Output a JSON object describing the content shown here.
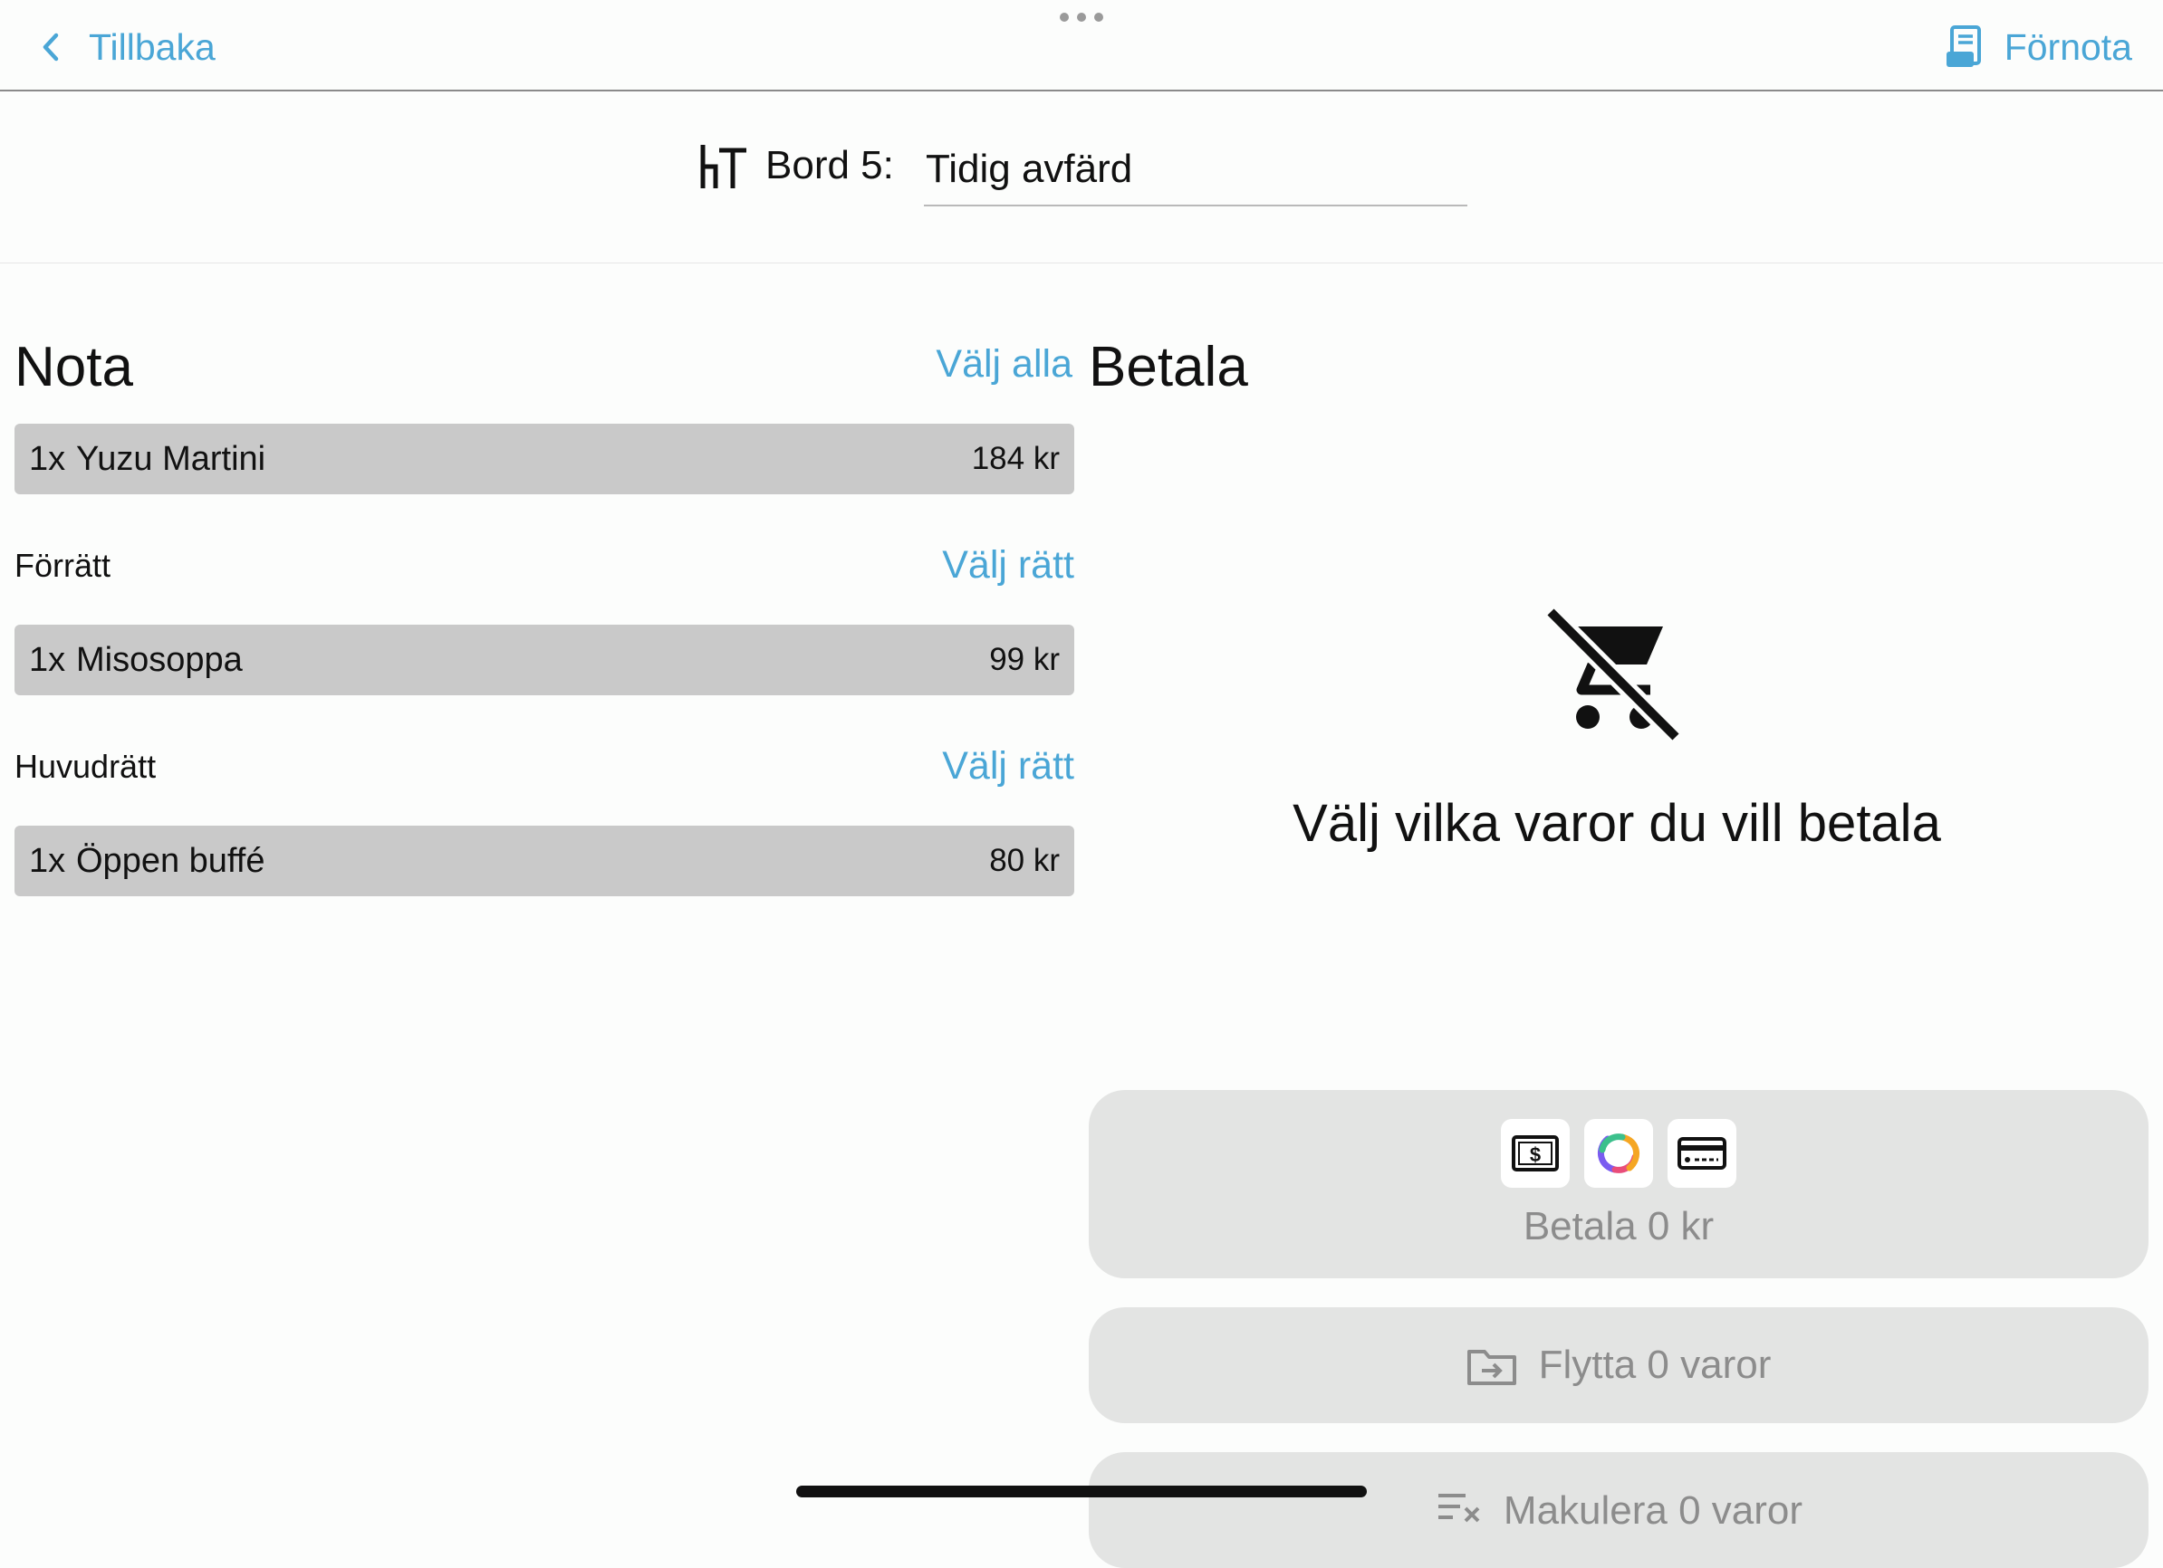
{
  "nav": {
    "back_label": "Tillbaka",
    "fornota_label": "Förnota"
  },
  "table": {
    "label": "Bord 5:",
    "name_value": "Tidig avfärd"
  },
  "nota": {
    "title": "Nota",
    "select_all": "Välj alla",
    "ungrouped": [
      {
        "qty": "1x",
        "name": "Yuzu Martini",
        "price": "184 kr"
      }
    ],
    "sections": [
      {
        "label": "Förrätt",
        "select_label": "Välj rätt",
        "items": [
          {
            "qty": "1x",
            "name": "Misosoppa",
            "price": "99 kr"
          }
        ]
      },
      {
        "label": "Huvudrätt",
        "select_label": "Välj rätt",
        "items": [
          {
            "qty": "1x",
            "name": "Öppen buffé",
            "price": "80 kr"
          }
        ]
      }
    ]
  },
  "betala": {
    "title": "Betala",
    "empty_message": "Välj vilka varor du vill betala",
    "pay_button": "Betala 0 kr",
    "move_button": "Flytta 0 varor",
    "void_button": "Makulera 0 varor"
  },
  "colors": {
    "accent": "#4aa6d6",
    "row_bg": "#c9c9c9",
    "button_bg": "#e3e4e3",
    "disabled_text": "#8c8c8c"
  },
  "icons": {
    "back": "chevron-left-icon",
    "fornota": "receipt-icon",
    "table": "table-chairs-icon",
    "empty_cart": "cart-off-icon",
    "cash": "cash-icon",
    "swish": "swish-icon",
    "card": "card-icon",
    "move": "folder-move-icon",
    "void": "list-remove-icon"
  }
}
